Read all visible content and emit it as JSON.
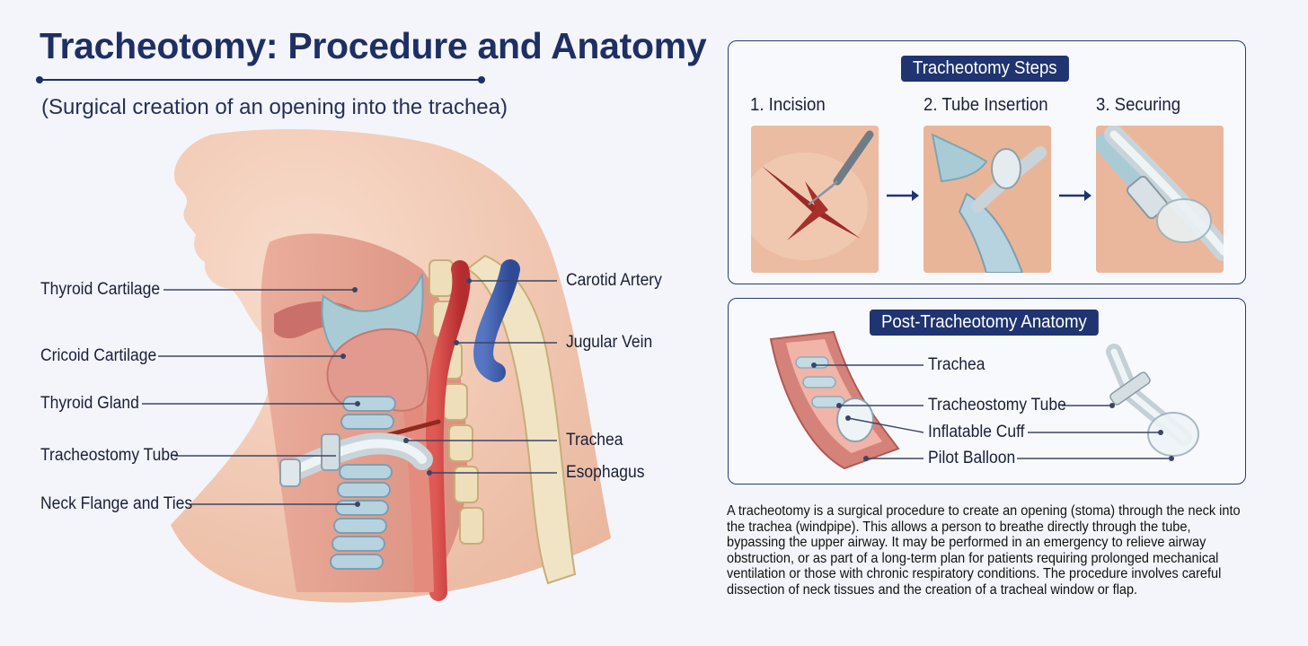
{
  "title": "Tracheotomy: Procedure and Anatomy",
  "subtitle": "(Surgical creation of an opening into the trachea)",
  "left_callouts": [
    "Thyroid Cartilage",
    "Cricoid Cartilage",
    "Thyroid Gland",
    "Tracheostomy Tube",
    "Neck Flange and Ties"
  ],
  "right_callouts": [
    "Carotid Artery",
    "Jugular Vein",
    "Trachea",
    "Esophagus"
  ],
  "steps_panel": {
    "title": "Tracheotomy Steps",
    "steps": [
      "1. Incision",
      "2. Tube Insertion",
      "3. Securing"
    ]
  },
  "post_panel": {
    "title": "Post-Tracheotomy Anatomy",
    "labels": [
      "Trachea",
      "Tracheostomy Tube",
      "Inflatable Cuff",
      "Pilot Balloon"
    ]
  },
  "description": "A tracheotomy is a surgical procedure to create an opening (stoma) through the neck into the trachea (windpipe). This allows a person to breathe directly through the tube, bypassing the upper airway. It may be performed in an emergency to relieve airway obstruction, or as part of a long-term plan for patients requiring prolonged mechanical ventilation or those with chronic respiratory conditions. The procedure involves careful dissection of neck tissues and the creation of a tracheal window or flap.",
  "colors": {
    "heading": "#1e2f63",
    "panel_title_bg": "#1f3470",
    "artery": "#c8383a",
    "vein": "#3d5aa8",
    "cartilage": "#a9cbd6",
    "skin": "#f3cdb8"
  }
}
